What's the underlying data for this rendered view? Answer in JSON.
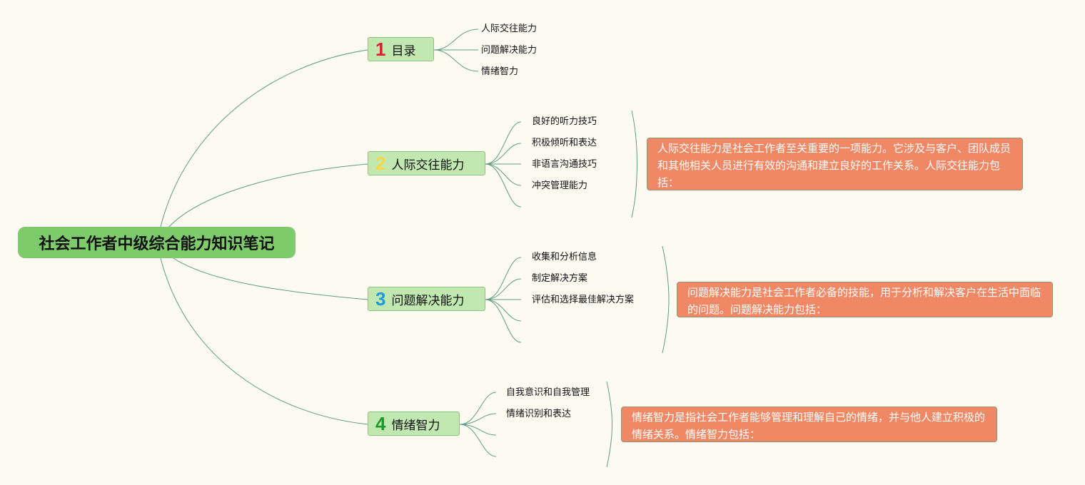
{
  "root": {
    "title": "社会工作者中级综合能力知识笔记"
  },
  "branches": [
    {
      "number": "1",
      "label": "目录",
      "number_color": "#d8202a",
      "children": [
        "人际交往能力",
        "问题解决能力",
        "情绪智力"
      ]
    },
    {
      "number": "2",
      "label": "人际交往能力",
      "number_color": "#f5d84a",
      "children": [
        "良好的听力技巧",
        "积极倾听和表达",
        "非语言沟通技巧",
        "冲突管理能力"
      ],
      "note": "人际交往能力是社会工作者至关重要的一项能力。它涉及与客户、团队成员和其他相关人员进行有效的沟通和建立良好的工作关系。人际交往能力包括："
    },
    {
      "number": "3",
      "label": "问题解决能力",
      "number_color": "#1f9ad6",
      "children": [
        "收集和分析信息",
        "制定解决方案",
        "评估和选择最佳解决方案"
      ],
      "note": "问题解决能力是社会工作者必备的技能，用于分析和解决客户在生活中面临的问题。问题解决能力包括："
    },
    {
      "number": "4",
      "label": "情绪智力",
      "number_color": "#1a9a2a",
      "children": [
        "自我意识和自我管理",
        "情绪识别和表达"
      ],
      "note": "情绪智力是指社会工作者能够管理和理解自己的情绪，并与他人建立积极的情绪关系。情绪智力包括："
    }
  ],
  "colors": {
    "background": "#fdfbf1",
    "line": "#5f9c80",
    "root": "#7ecb6c",
    "branch": "#c2e8b1",
    "note": "#f08865"
  }
}
